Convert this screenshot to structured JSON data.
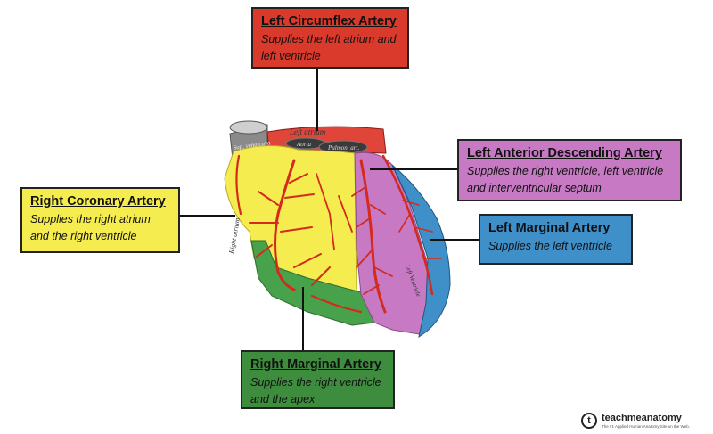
{
  "labels": {
    "left_circumflex": {
      "title": "Left Circumflex Artery",
      "description": "Supplies the left atrium and left ventricle",
      "color": "#d93a2b"
    },
    "left_anterior_descending": {
      "title": "Left Anterior Descending Artery",
      "description": "Supplies the right ventricle, left ventricle and interventricular septum",
      "color": "#c779c4"
    },
    "right_coronary": {
      "title": "Right Coronary Artery",
      "description": "Supplies the right atrium and the right ventricle",
      "color": "#f5ec4f"
    },
    "left_marginal": {
      "title": "Left Marginal Artery",
      "description": "Supplies the left ventricle",
      "color": "#3f8fc9"
    },
    "right_marginal": {
      "title": "Right Marginal Artery",
      "description": "Supplies the right ventricle and the apex",
      "color": "#3e8c3e"
    }
  },
  "heart_labels": {
    "left_atrium": "Left atrium",
    "aorta": "Aorta",
    "pulmonary_artery": "Pulmon. art.",
    "superior_vena_cava": "Sup. vena cava",
    "right_atrium": "Right atrium",
    "left_ventricle": "Left Ventricle"
  },
  "branding": {
    "logo_symbol": "t",
    "name": "teachmeanatomy",
    "tagline": "The #1 Applied Human Anatomy Site on the Web."
  }
}
